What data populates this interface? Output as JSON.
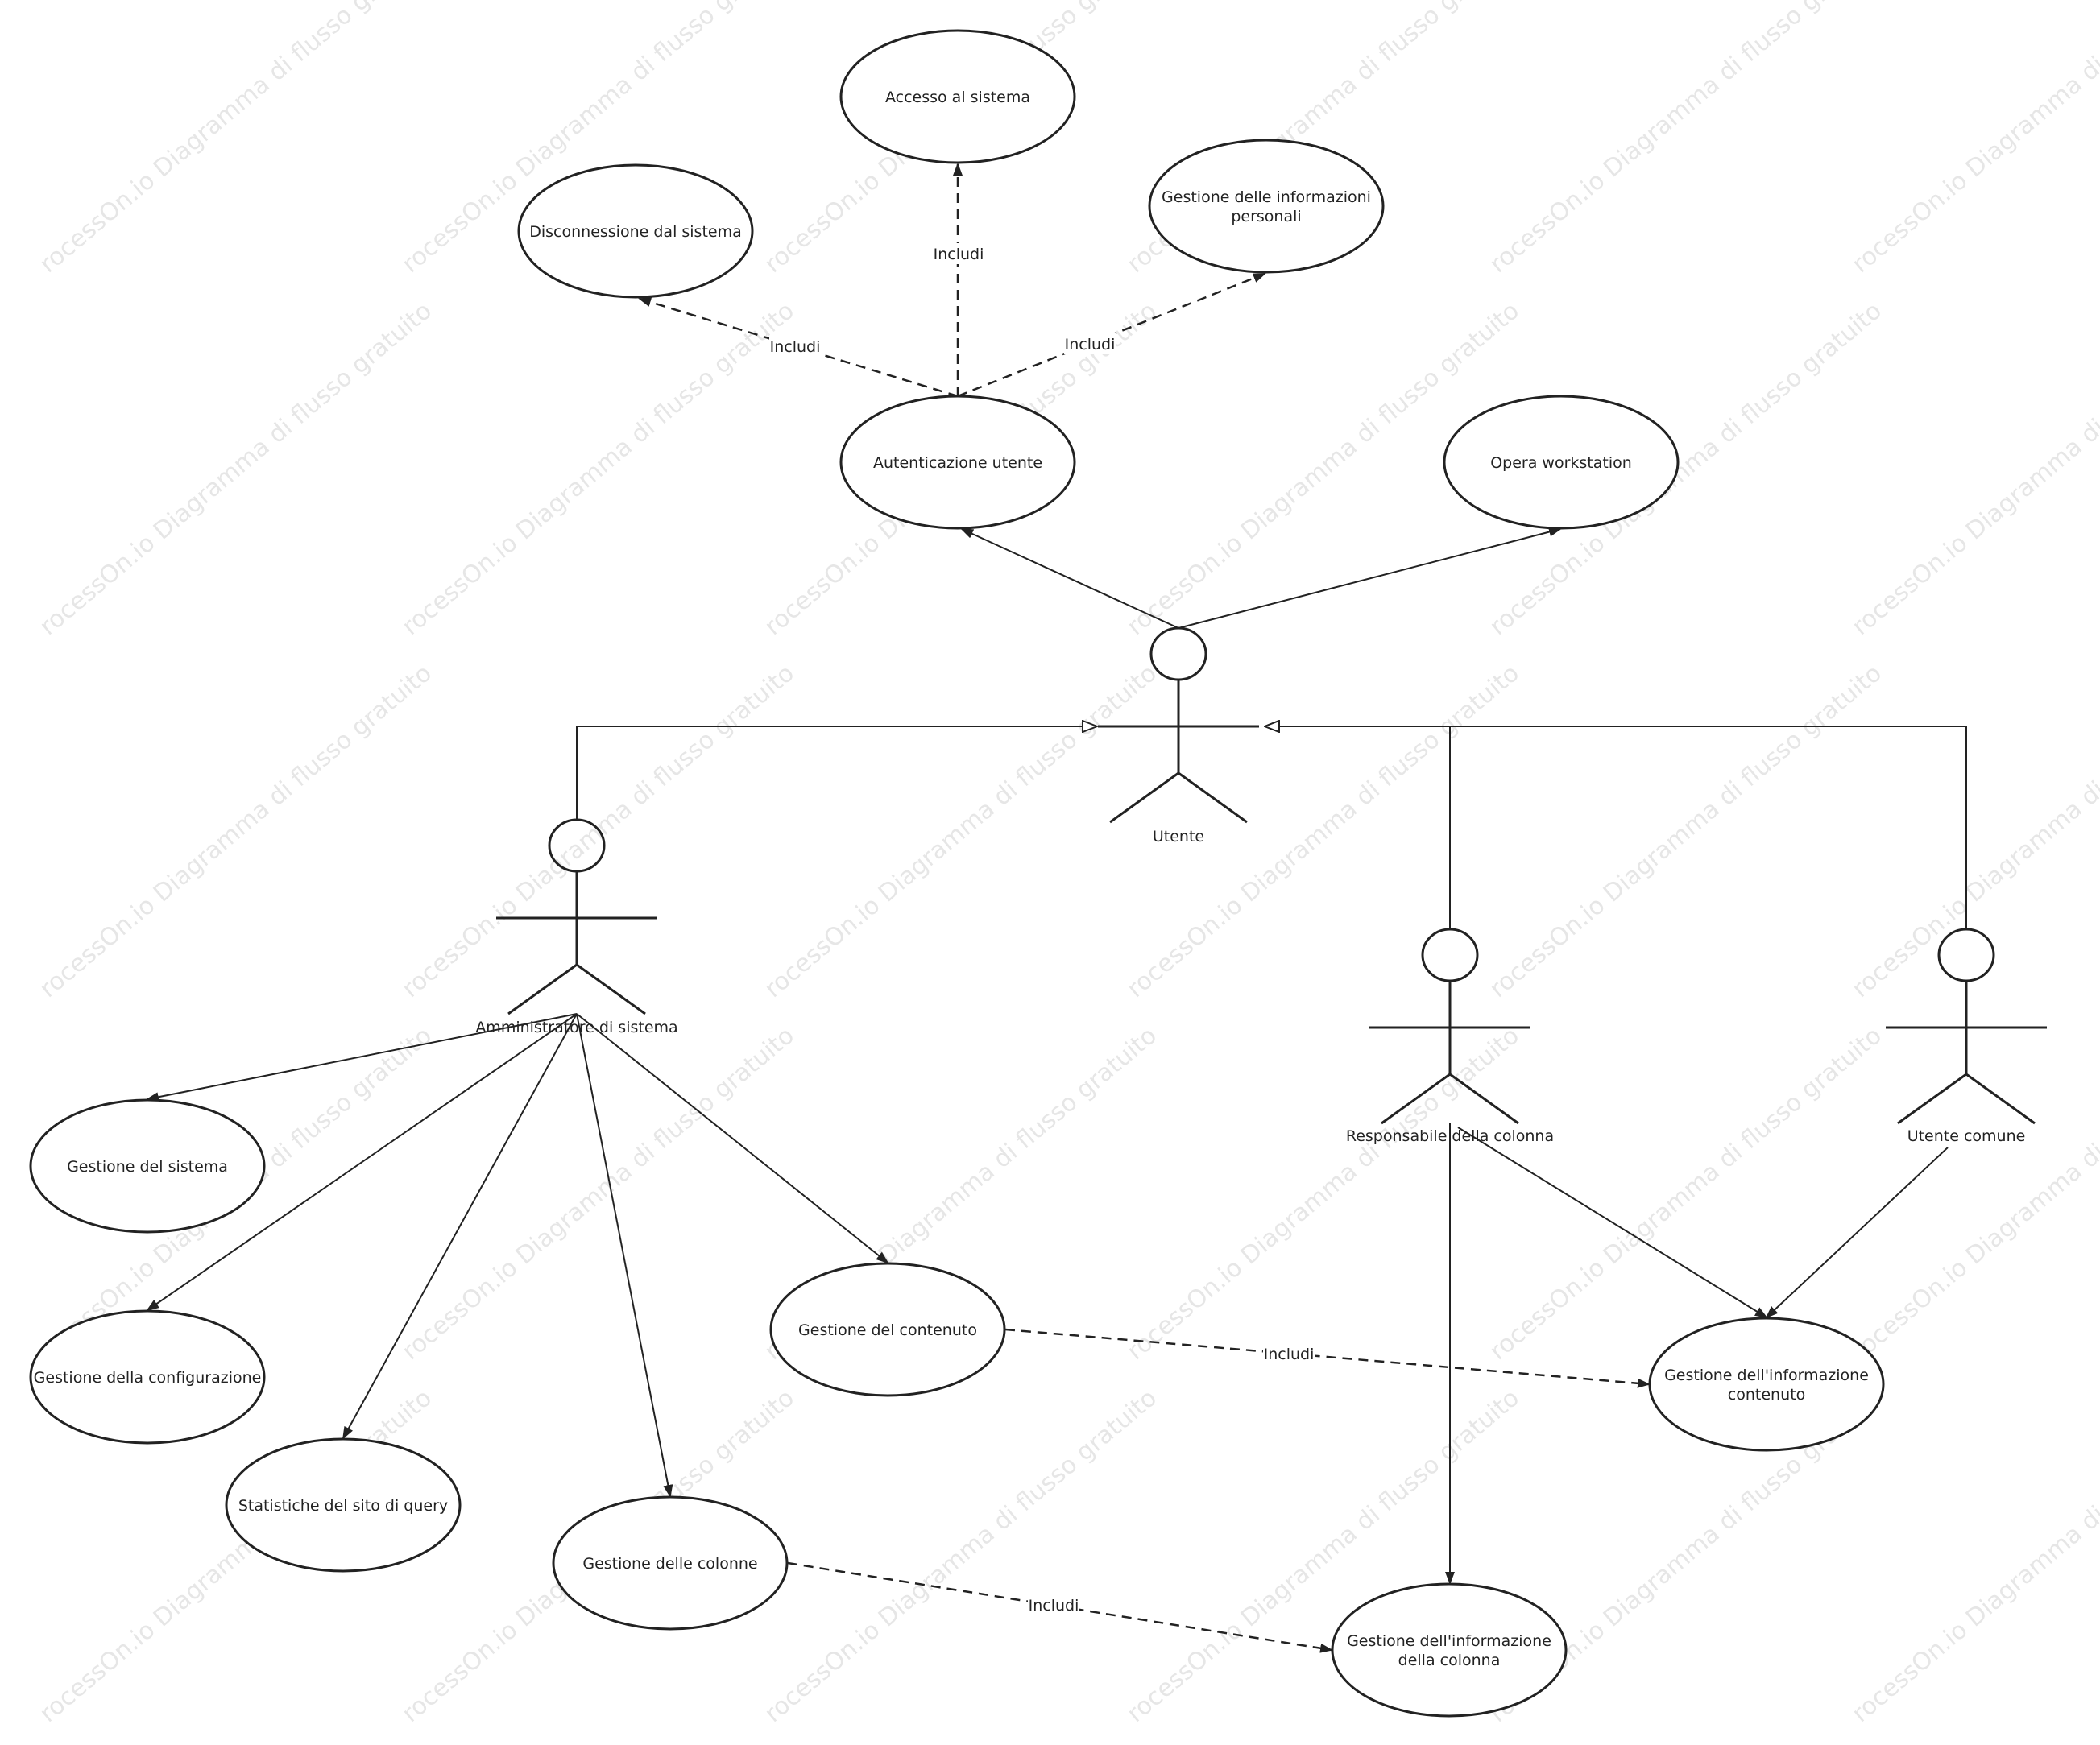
{
  "watermark": "rocessOn.io Diagramma di flusso gratuito",
  "actors": [
    {
      "id": "utente",
      "label": "Utente"
    },
    {
      "id": "admin",
      "label": "Amministratore di sistema"
    },
    {
      "id": "resp",
      "label": "Responsabile della colonna"
    },
    {
      "id": "comune",
      "label": "Utente comune"
    }
  ],
  "use_cases": [
    {
      "id": "accesso",
      "lines": [
        "Accesso al sistema"
      ]
    },
    {
      "id": "disconnessione",
      "lines": [
        "Disconnessione dal sistema"
      ]
    },
    {
      "id": "info_personali",
      "lines": [
        "Gestione delle informazioni",
        "personali"
      ]
    },
    {
      "id": "autenticazione",
      "lines": [
        "Autenticazione utente"
      ]
    },
    {
      "id": "opera",
      "lines": [
        "Opera workstation"
      ]
    },
    {
      "id": "sistema",
      "lines": [
        "Gestione del sistema"
      ]
    },
    {
      "id": "configurazione",
      "lines": [
        "Gestione della configurazione"
      ]
    },
    {
      "id": "statistiche",
      "lines": [
        "Statistiche del sito di query"
      ]
    },
    {
      "id": "colonne",
      "lines": [
        "Gestione delle colonne"
      ]
    },
    {
      "id": "contenuto",
      "lines": [
        "Gestione del contenuto"
      ]
    },
    {
      "id": "info_contenuto",
      "lines": [
        "Gestione dell'informazione",
        "contenuto"
      ]
    },
    {
      "id": "info_colonna",
      "lines": [
        "Gestione dell'informazione",
        "della colonna"
      ]
    }
  ],
  "include_label": "Includi",
  "relations": {
    "includes": [
      {
        "from": "autenticazione",
        "to": "disconnessione",
        "label": "Includi"
      },
      {
        "from": "autenticazione",
        "to": "accesso",
        "label": "Includi"
      },
      {
        "from": "autenticazione",
        "to": "info_personali",
        "label": "Includi"
      },
      {
        "from": "contenuto",
        "to": "info_contenuto",
        "label": "Includi"
      },
      {
        "from": "colonne",
        "to": "info_colonna",
        "label": "Includi"
      }
    ],
    "associations": [
      {
        "from": "utente",
        "to": "autenticazione"
      },
      {
        "from": "utente",
        "to": "opera"
      },
      {
        "from": "admin",
        "to": "sistema"
      },
      {
        "from": "admin",
        "to": "configurazione"
      },
      {
        "from": "admin",
        "to": "statistiche"
      },
      {
        "from": "admin",
        "to": "colonne"
      },
      {
        "from": "admin",
        "to": "contenuto"
      },
      {
        "from": "resp",
        "to": "info_colonna"
      },
      {
        "from": "resp",
        "to": "info_contenuto"
      },
      {
        "from": "comune",
        "to": "info_contenuto"
      }
    ],
    "generalizations": [
      {
        "from": "admin",
        "to": "utente"
      },
      {
        "from": "resp",
        "to": "utente"
      },
      {
        "from": "comune",
        "to": "utente"
      }
    ]
  }
}
